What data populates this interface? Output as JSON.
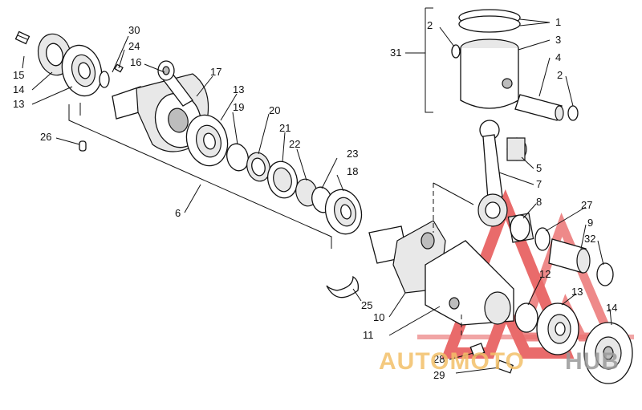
{
  "callouts": [
    {
      "id": "c30",
      "text": "30"
    },
    {
      "id": "c24",
      "text": "24"
    },
    {
      "id": "c16",
      "text": "16"
    },
    {
      "id": "c15",
      "text": "15"
    },
    {
      "id": "c14a",
      "text": "14"
    },
    {
      "id": "c13a",
      "text": "13"
    },
    {
      "id": "c17",
      "text": "17"
    },
    {
      "id": "c13b",
      "text": "13"
    },
    {
      "id": "c19",
      "text": "19"
    },
    {
      "id": "c20",
      "text": "20"
    },
    {
      "id": "c21",
      "text": "21"
    },
    {
      "id": "c22",
      "text": "22"
    },
    {
      "id": "c23",
      "text": "23"
    },
    {
      "id": "c18",
      "text": "18"
    },
    {
      "id": "c26",
      "text": "26"
    },
    {
      "id": "c6",
      "text": "6"
    },
    {
      "id": "c25",
      "text": "25"
    },
    {
      "id": "c2a",
      "text": "2"
    },
    {
      "id": "c1",
      "text": "1"
    },
    {
      "id": "c3",
      "text": "3"
    },
    {
      "id": "c31",
      "text": "31"
    },
    {
      "id": "c4",
      "text": "4"
    },
    {
      "id": "c2b",
      "text": "2"
    },
    {
      "id": "c5",
      "text": "5"
    },
    {
      "id": "c7",
      "text": "7"
    },
    {
      "id": "c8",
      "text": "8"
    },
    {
      "id": "c27",
      "text": "27"
    },
    {
      "id": "c9",
      "text": "9"
    },
    {
      "id": "c32",
      "text": "32"
    },
    {
      "id": "c12",
      "text": "12"
    },
    {
      "id": "c13c",
      "text": "13"
    },
    {
      "id": "c14b",
      "text": "14"
    },
    {
      "id": "c10",
      "text": "10"
    },
    {
      "id": "c11",
      "text": "11"
    },
    {
      "id": "c28",
      "text": "28"
    },
    {
      "id": "c29",
      "text": "29"
    }
  ],
  "watermark": {
    "text_left": "AUTOMOTO",
    "text_right": "HUB",
    "color_left": "#f3c069",
    "color_right": "#9a9a9a",
    "logo_color": "#e23a3a"
  }
}
